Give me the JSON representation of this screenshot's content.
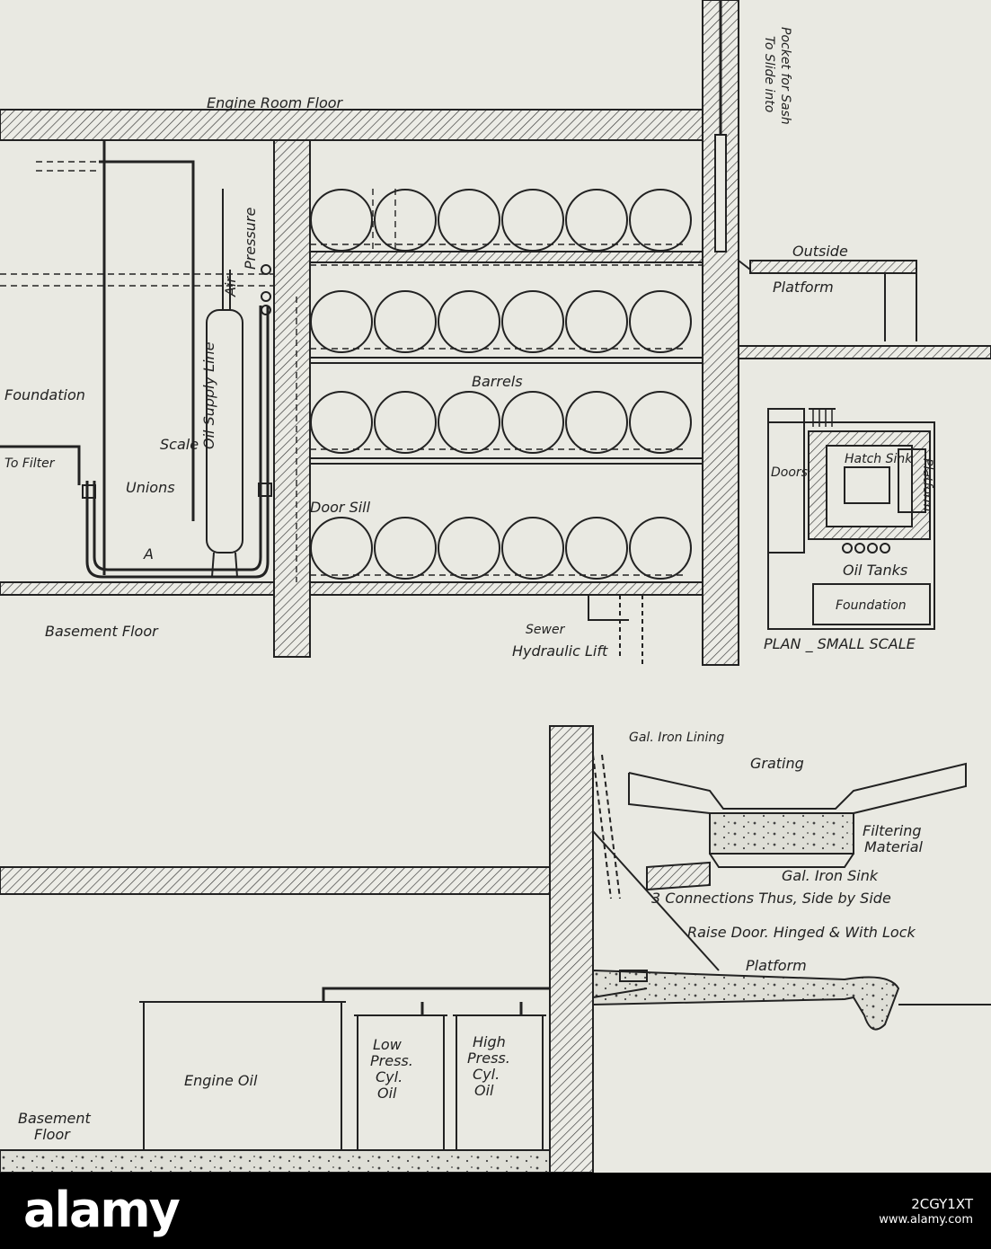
{
  "diagram": {
    "labels": {
      "engine_room_floor": "Engine Room Floor",
      "pocket_for_sash": "Pocket for Sash",
      "to_slide_into": "To Slide into",
      "outside": "Outside",
      "platform_top": "Platform",
      "oil_supply_line": "Oil Supply Line",
      "air": "Air",
      "pressure": "Pressure",
      "foundation_left": "Foundation",
      "barrels": "Barrels",
      "scale": "Scale",
      "to_filter": "To Filter",
      "unions": "Unions",
      "door_sill": "Door Sill",
      "mark_a": "A",
      "basement_floor_top": "Basement Floor",
      "sewer": "Sewer",
      "hydraulic_lift": "Hydraulic Lift",
      "doors": "Doors",
      "hatch_sink": "Hatch Sink",
      "platform_plan": "Platform",
      "oil_tanks": "Oil Tanks",
      "foundation_plan": "Foundation",
      "plan_small_scale": "PLAN _ SMALL SCALE",
      "gal_iron_lining": "Gal. Iron Lining",
      "grating": "Grating",
      "filtering": "Filtering",
      "material": "Material",
      "gal_iron_sink": "Gal. Iron Sink",
      "three_connections": "3 Connections Thus, Side by Side",
      "raise_door": "Raise Door. Hinged & With Lock",
      "platform_bottom": "Platform",
      "engine_oil": "Engine Oil",
      "low_press_cyl_oil": [
        "Low",
        "Press.",
        "Cyl.",
        "Oil"
      ],
      "high_press_cyl_oil": [
        "High",
        "Press.",
        "Cyl.",
        "Oil"
      ],
      "basement": "Basement",
      "floor": "Floor"
    }
  },
  "footer": {
    "brand": "alamy",
    "stock_id": "2CGY1XT",
    "url": "www.alamy.com"
  }
}
